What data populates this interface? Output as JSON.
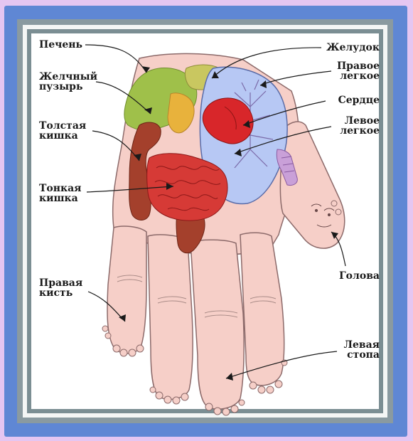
{
  "labels": {
    "liver": "Печень",
    "gallbladder_1": "Желчный",
    "gallbladder_2": "пузырь",
    "colon_1": "Толстая",
    "colon_2": "кишка",
    "small_int_1": "Тонкая",
    "small_int_2": "кишка",
    "right_hand_1": "Правая",
    "right_hand_2": "кисть",
    "stomach": "Желудок",
    "right_lung_1": "Правое",
    "right_lung_2": "легкое",
    "heart": "Сердце",
    "left_lung_1": "Левое",
    "left_lung_2": "легкое",
    "head": "Голова",
    "left_foot_1": "Левая",
    "left_foot_2": "стопа"
  },
  "colors": {
    "page_bg": "#e5c6f1",
    "frame_blue": "#5f87d4",
    "skin": "#f6cfc8",
    "skin_outline": "#8c6a6a",
    "liver": "#9fc04a",
    "gallbladder": "#e8b23c",
    "colon": "#a4402c",
    "small_intestine": "#d63a36",
    "lungs": "#b7c8f4",
    "heart": "#d8262a",
    "stomach": "#c9c760",
    "trachea": "#c9a0d8"
  }
}
